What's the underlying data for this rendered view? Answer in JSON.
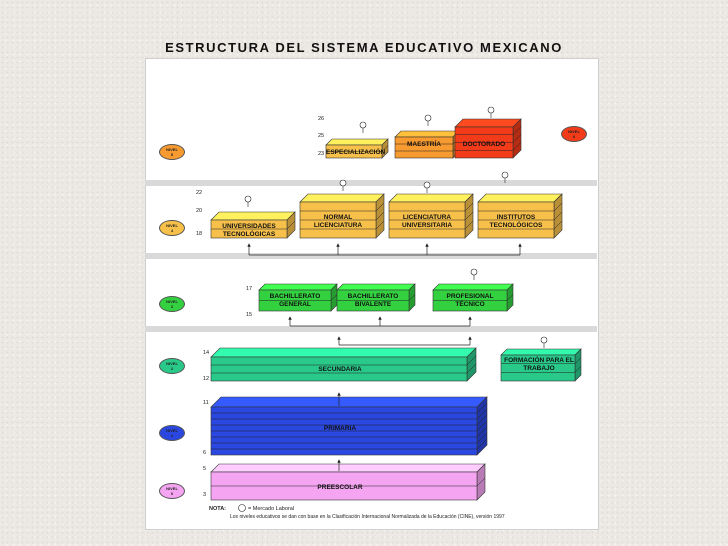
{
  "title": "ESTRUCTURA DEL SISTEMA EDUCATIVO MEXICANO",
  "colors": {
    "superior": "#f7c04a",
    "doctorado": "#f23b19",
    "maestria": "#f79a2f",
    "media": "#33d140",
    "secundaria": "#29c98a",
    "primaria": "#2a48e0",
    "preescolar": "#f5a4f2",
    "formacion": "#29c98a"
  },
  "niveles": [
    {
      "label": "NIVEL",
      "num": "5"
    },
    {
      "label": "NIVEL",
      "num": "4"
    },
    {
      "label": "NIVEL",
      "num": "3"
    },
    {
      "label": "NIVEL",
      "num": "2"
    },
    {
      "label": "NIVEL",
      "num": "1"
    },
    {
      "label": "NIVEL",
      "num": "0"
    },
    {
      "label": "NIVEL",
      "num": "6"
    }
  ],
  "ages": {
    "a26": "26",
    "a25": "25",
    "a23": "23",
    "a22": "22",
    "a20": "20",
    "a18": "18",
    "a17": "17",
    "a15": "15",
    "a14": "14",
    "a12": "12",
    "a11": "11",
    "a6": "6",
    "a5b": "5",
    "a5": "5",
    "a3": "3"
  },
  "boxes": {
    "especializacion": "ESPECIALIZACIÓN",
    "maestria": "MAESTRÍA",
    "doctorado": "DOCTORADO",
    "univ_tec": "UNIVERSIDADES TECNOLÓGICAS",
    "normal": "NORMAL LICENCIATURA",
    "lic_univ": "LICENCIATURA UNIVERSITARIA",
    "inst_tec": "INSTITUTOS TECNOLÓGICOS",
    "bach_gral": "BACHILLERATO GENERAL",
    "bach_biv": "BACHILLERATO BIVALENTE",
    "prof_tec": "PROFESIONAL TÉCNICO",
    "secundaria": "SECUNDARIA",
    "formacion": "FORMACIÓN PARA EL TRABAJO",
    "primaria": "PRIMARIA",
    "preescolar": "PREESCOLAR"
  },
  "nota": {
    "label": "NOTA:",
    "legend": "= Mercado Laboral",
    "text": "Los niveles educativos se dan con base en la Clasificación Internacional Normalizada de la Educación (CINE), versión 1997"
  }
}
